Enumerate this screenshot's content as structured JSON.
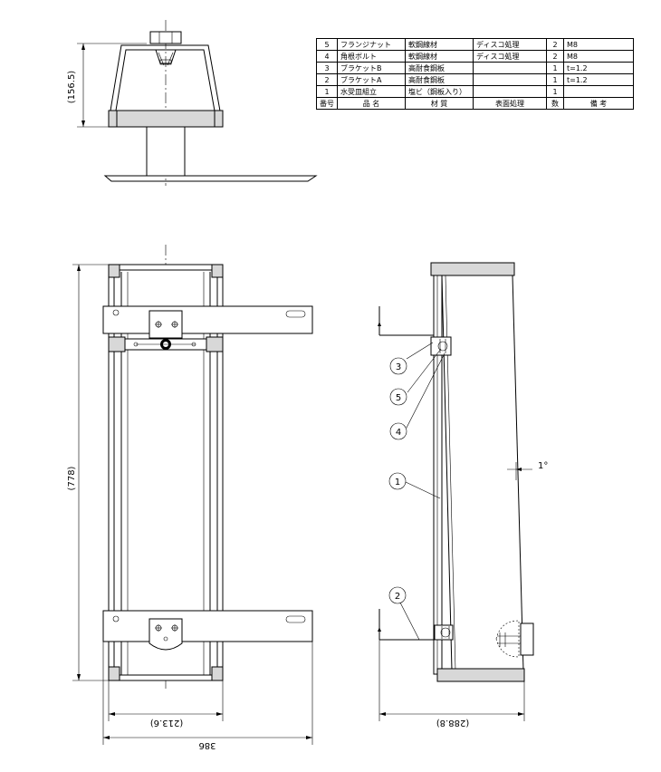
{
  "parts_table": {
    "rows": [
      {
        "no": "5",
        "name": "フランジナット",
        "material": "軟鋼線材",
        "finish": "ディスコ処理",
        "qty": "2",
        "remarks": "M8"
      },
      {
        "no": "4",
        "name": "角根ボルト",
        "material": "軟鋼線材",
        "finish": "ディスコ処理",
        "qty": "2",
        "remarks": "M8"
      },
      {
        "no": "3",
        "name": "ブラケットB",
        "material": "高耐食鋼板",
        "finish": "",
        "qty": "1",
        "remarks": "t=1.2"
      },
      {
        "no": "2",
        "name": "ブラケットA",
        "material": "高耐食鋼板",
        "finish": "",
        "qty": "1",
        "remarks": "t=1.2"
      },
      {
        "no": "1",
        "name": "水受皿組立",
        "material": "塩ビ（鋼板入り）",
        "finish": "",
        "qty": "1",
        "remarks": ""
      }
    ],
    "header": {
      "no": "番号",
      "name": "品 名",
      "material": "材 質",
      "finish": "表面処理",
      "qty": "数",
      "remarks": "備 考"
    }
  },
  "dimensions": {
    "top_height": "(156.5)",
    "front_height": "(778)",
    "inner_width": "(213.6)",
    "overall_width": "386",
    "side_depth": "(288.8)",
    "angle": "1°"
  },
  "callouts": [
    "3",
    "5",
    "4",
    "1",
    "2"
  ]
}
